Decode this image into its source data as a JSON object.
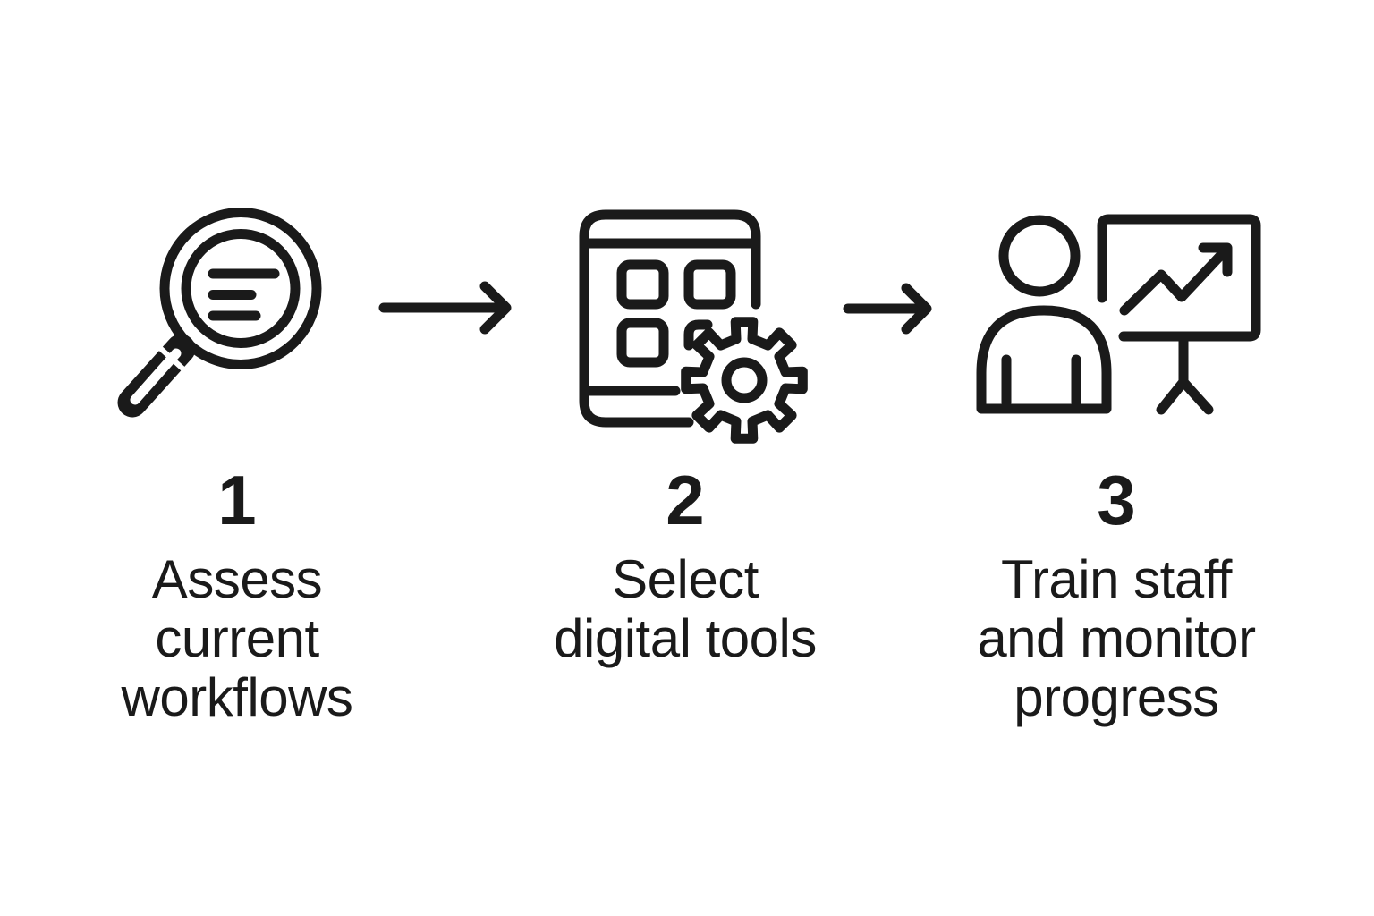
{
  "page": {
    "background": "#ffffff",
    "ink": "#1a1a1a"
  },
  "steps": [
    {
      "number": "1",
      "label": "Assess current workflows",
      "lines": [
        "Assess",
        "current",
        "workflows"
      ],
      "icon": "magnifier-document-icon"
    },
    {
      "number": "2",
      "label": "Select digital tools",
      "lines": [
        "Select",
        "digital tools"
      ],
      "icon": "tablet-apps-gear-icon"
    },
    {
      "number": "3",
      "label": "Train staff and monitor progress",
      "lines": [
        "Train staff",
        "and monitor",
        "progress"
      ],
      "icon": "trainer-presentation-chart-icon"
    }
  ],
  "connectors": [
    {
      "icon": "right-arrow-icon",
      "glyph": "→"
    },
    {
      "icon": "right-arrow-icon",
      "glyph": "→"
    }
  ]
}
